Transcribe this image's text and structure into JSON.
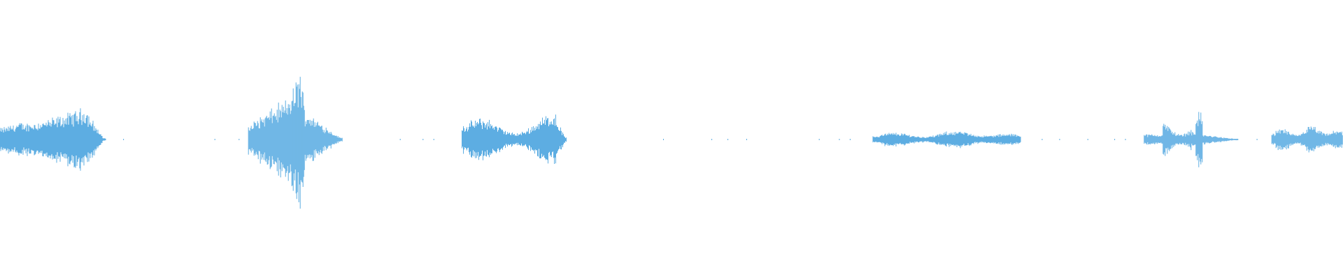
{
  "waveform": {
    "color": "#5dade2",
    "background": "#ffffff",
    "duration_fraction_segments": [
      {
        "start": 0.0,
        "end": 0.079,
        "peak": 0.22,
        "shape": "rise-fall"
      },
      {
        "start": 0.185,
        "end": 0.255,
        "peak": 0.5,
        "shape": "spike"
      },
      {
        "start": 0.344,
        "end": 0.422,
        "peak": 0.17,
        "shape": "bumpy"
      },
      {
        "start": 0.65,
        "end": 0.76,
        "peak": 0.07,
        "shape": "flat"
      },
      {
        "start": 0.852,
        "end": 0.922,
        "peak": 0.18,
        "shape": "spike-late"
      },
      {
        "start": 0.947,
        "end": 1.0,
        "peak": 0.11,
        "shape": "flat"
      }
    ],
    "silence_dots": [
      0.092,
      0.16,
      0.178,
      0.298,
      0.315,
      0.323,
      0.494,
      0.53,
      0.542,
      0.556,
      0.61,
      0.625,
      0.633,
      0.776,
      0.789,
      0.81,
      0.83,
      0.838,
      0.936
    ]
  }
}
